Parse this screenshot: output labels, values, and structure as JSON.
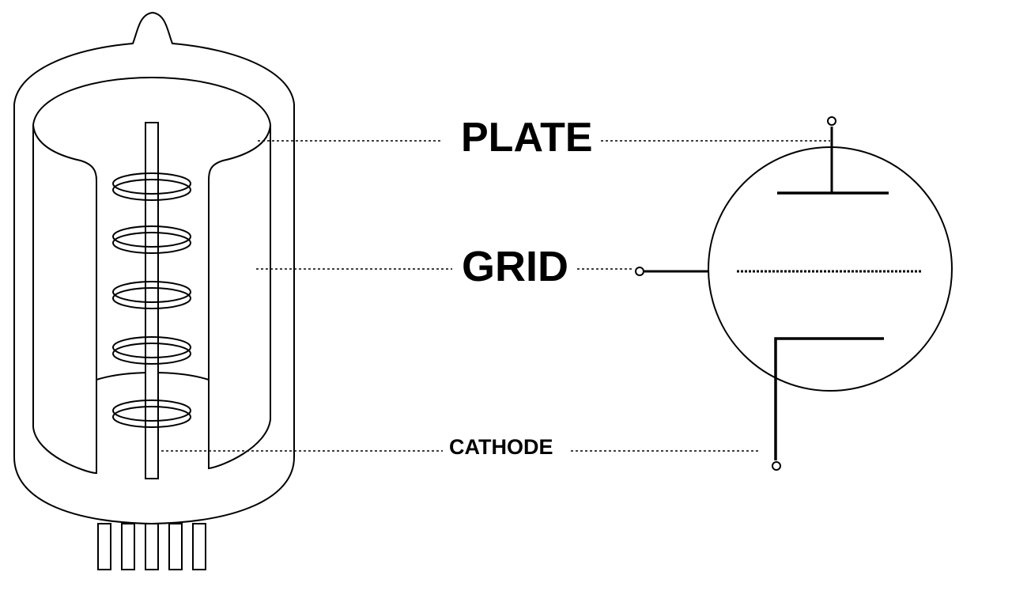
{
  "labels": {
    "plate": "PLATE",
    "grid": "GRID",
    "cathode": "CATHODE"
  },
  "colors": {
    "line": "#000000",
    "background": "#ffffff"
  }
}
